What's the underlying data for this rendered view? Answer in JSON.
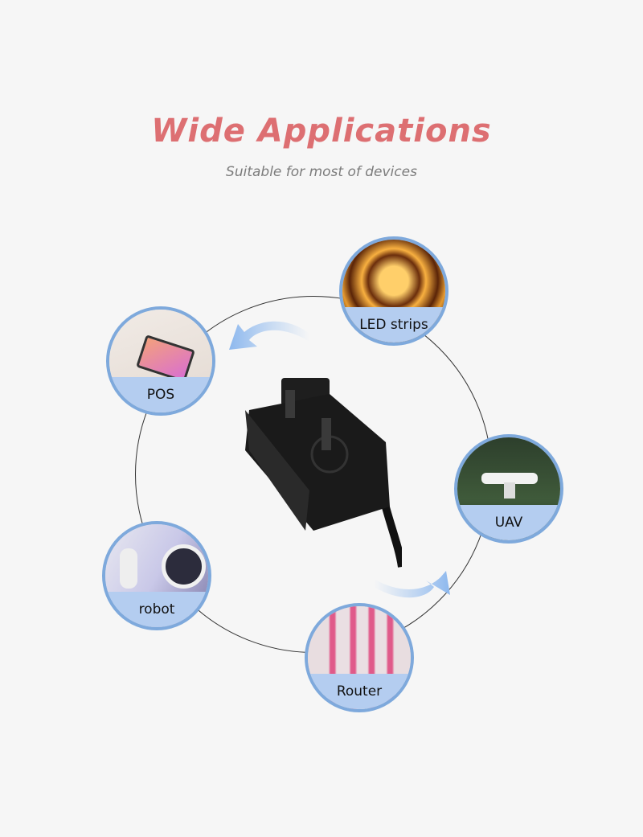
{
  "header": {
    "title": "Wide Applications",
    "subtitle": "Suitable for most of devices"
  },
  "applications": [
    {
      "label": "POS",
      "icon": "pos-terminal-image"
    },
    {
      "label": "LED strips",
      "icon": "led-strip-image"
    },
    {
      "label": "UAV",
      "icon": "drone-image"
    },
    {
      "label": "robot",
      "icon": "robot-image"
    },
    {
      "label": "Router",
      "icon": "router-image"
    }
  ],
  "colors": {
    "title": "#dd6f72",
    "ring_border": "#7ea9dc",
    "label_band": "#b4cdf0"
  }
}
